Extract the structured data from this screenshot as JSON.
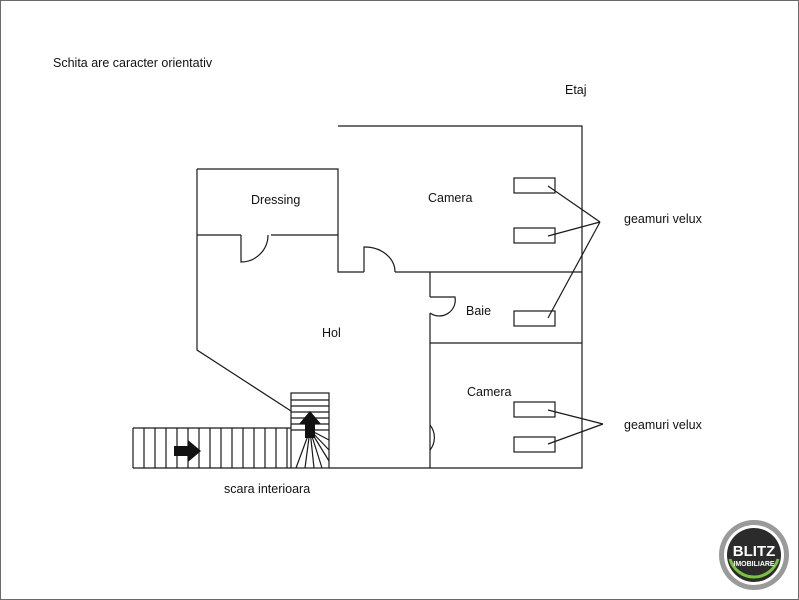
{
  "note": "Schita are caracter orientativ",
  "floor_label": "Etaj",
  "rooms": {
    "dressing": "Dressing",
    "camera_top": "Camera",
    "hol": "Hol",
    "baie": "Baie",
    "camera_bottom": "Camera"
  },
  "labels": {
    "velux_top": "geamuri velux",
    "velux_bottom": "geamuri velux",
    "stairs": "scara interioara"
  },
  "logo": {
    "brand": "BLITZ",
    "sub": "IMOBILIARE",
    "colors": {
      "outer": "#9a9a9a",
      "inner": "#2b2b2b",
      "accent": "#7cc242"
    }
  }
}
